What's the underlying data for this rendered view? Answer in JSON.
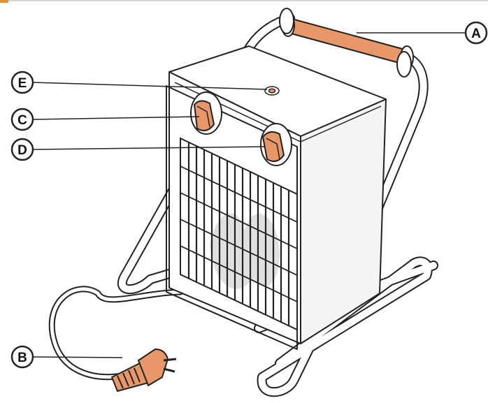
{
  "colors": {
    "accent": "#e8912f",
    "handle": "#e89868",
    "outline": "#222222",
    "background": "#ffffff"
  },
  "callouts": [
    {
      "id": "A",
      "label": "A",
      "part": "handle"
    },
    {
      "id": "B",
      "label": "B",
      "part": "power-plug"
    },
    {
      "id": "C",
      "label": "C",
      "part": "left-knob"
    },
    {
      "id": "D",
      "label": "D",
      "part": "right-knob"
    },
    {
      "id": "E",
      "label": "E",
      "part": "top-indicator"
    }
  ]
}
